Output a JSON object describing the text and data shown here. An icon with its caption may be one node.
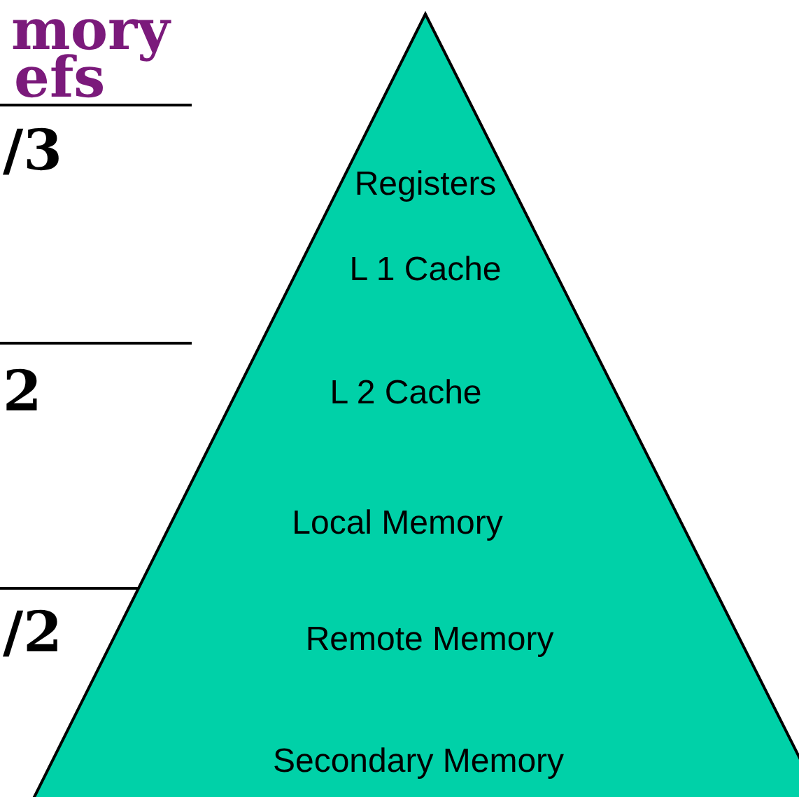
{
  "diagram": {
    "nodes": [
      {
        "text": [
          "Registers",
          "L 1 Cache",
          "L 2 Cache",
          "Local Memory",
          "Remote Memory",
          "Secondary Memory"
        ]
      }
    ],
    "labels": [
      "mory",
      "efs",
      "/3",
      "2",
      "/2"
    ]
  }
}
